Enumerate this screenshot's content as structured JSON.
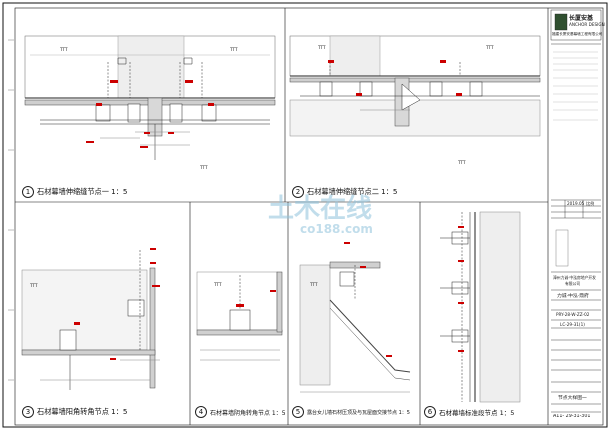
{
  "details": [
    {
      "no": "1",
      "title": "石材幕墙伸缩缝节点一 1：5"
    },
    {
      "no": "2",
      "title": "石材幕墙伸缩缝节点二 1：5"
    },
    {
      "no": "3",
      "title": "石材幕墙阳角转角节点 1：5"
    },
    {
      "no": "4",
      "title": "石材幕墙阴角转角节点 1：5"
    },
    {
      "no": "5",
      "title": "露台女儿墙石材压顶及与瓦屋面交接节点 1：5"
    },
    {
      "no": "6",
      "title": "石材幕墙标准段节点 1：5"
    }
  ],
  "title_block": {
    "company_cn": "长厦安基",
    "company_en": "ANCHOR DESIGN",
    "company_full": "福建长厦安基幕墙工程有限公司",
    "client_line1": "漳州力诚·中泓房地产开发",
    "client_line2": "有限公司",
    "project": "力诚·中泓·鼎府",
    "drawing_no": "PRY-28-W-ZZ-02",
    "drawing_no2": "LC-29-31(1)",
    "sheet_title": "节点大样图一",
    "sheet_no": "A11- 29-31-301",
    "date1": "2019.05",
    "scale": "比例"
  },
  "watermark": {
    "text": "土木在线",
    "url": "co188.com"
  },
  "labels": {
    "ttt": "TTT"
  }
}
